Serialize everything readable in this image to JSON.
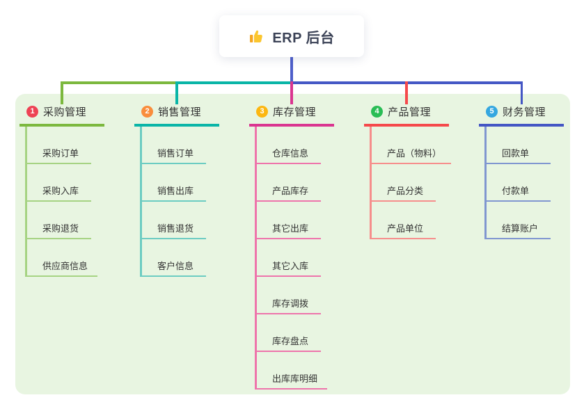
{
  "root": {
    "title": "ERP 后台",
    "icon": "thumbs-up-icon"
  },
  "colors": {
    "page_bg": "#ffffff",
    "panel_bg": "#e8f5e1",
    "root_card_bg": "#ffffff",
    "root_text": "#3b4256",
    "node_text": "#333333"
  },
  "connectors": {
    "stem_color": "#4e5fca",
    "segment_colors": {
      "left": "#7cb83e",
      "mid": "#0ab5a7",
      "right": "#4558c5"
    }
  },
  "branches": [
    {
      "number": "1",
      "label": "采购管理",
      "badge_color": "#ee4355",
      "line_color": "#7cb83e",
      "child_line_color": "#a6d383",
      "children": [
        "采购订单",
        "采购入库",
        "采购退货",
        "供应商信息"
      ]
    },
    {
      "number": "2",
      "label": "销售管理",
      "badge_color": "#f98d3c",
      "line_color": "#0ab5a7",
      "child_line_color": "#6cccc2",
      "children": [
        "销售订单",
        "销售出库",
        "销售退货",
        "客户信息"
      ]
    },
    {
      "number": "3",
      "label": "库存管理",
      "badge_color": "#fcb712",
      "line_color": "#da3590",
      "child_line_color": "#ee74ab",
      "children": [
        "仓库信息",
        "产品库存",
        "其它出库",
        "其它入库",
        "库存调拨",
        "库存盘点",
        "出库库明细"
      ]
    },
    {
      "number": "4",
      "label": "产品管理",
      "badge_color": "#2abd55",
      "line_color": "#f5494b",
      "child_line_color": "#f68e8c",
      "children": [
        "产品（物料）",
        "产品分类",
        "产品单位"
      ]
    },
    {
      "number": "5",
      "label": "财务管理",
      "badge_color": "#35a7e0",
      "line_color": "#4456c4",
      "child_line_color": "#8096d0",
      "children": [
        "回款单",
        "付款单",
        "结算账户"
      ]
    }
  ]
}
